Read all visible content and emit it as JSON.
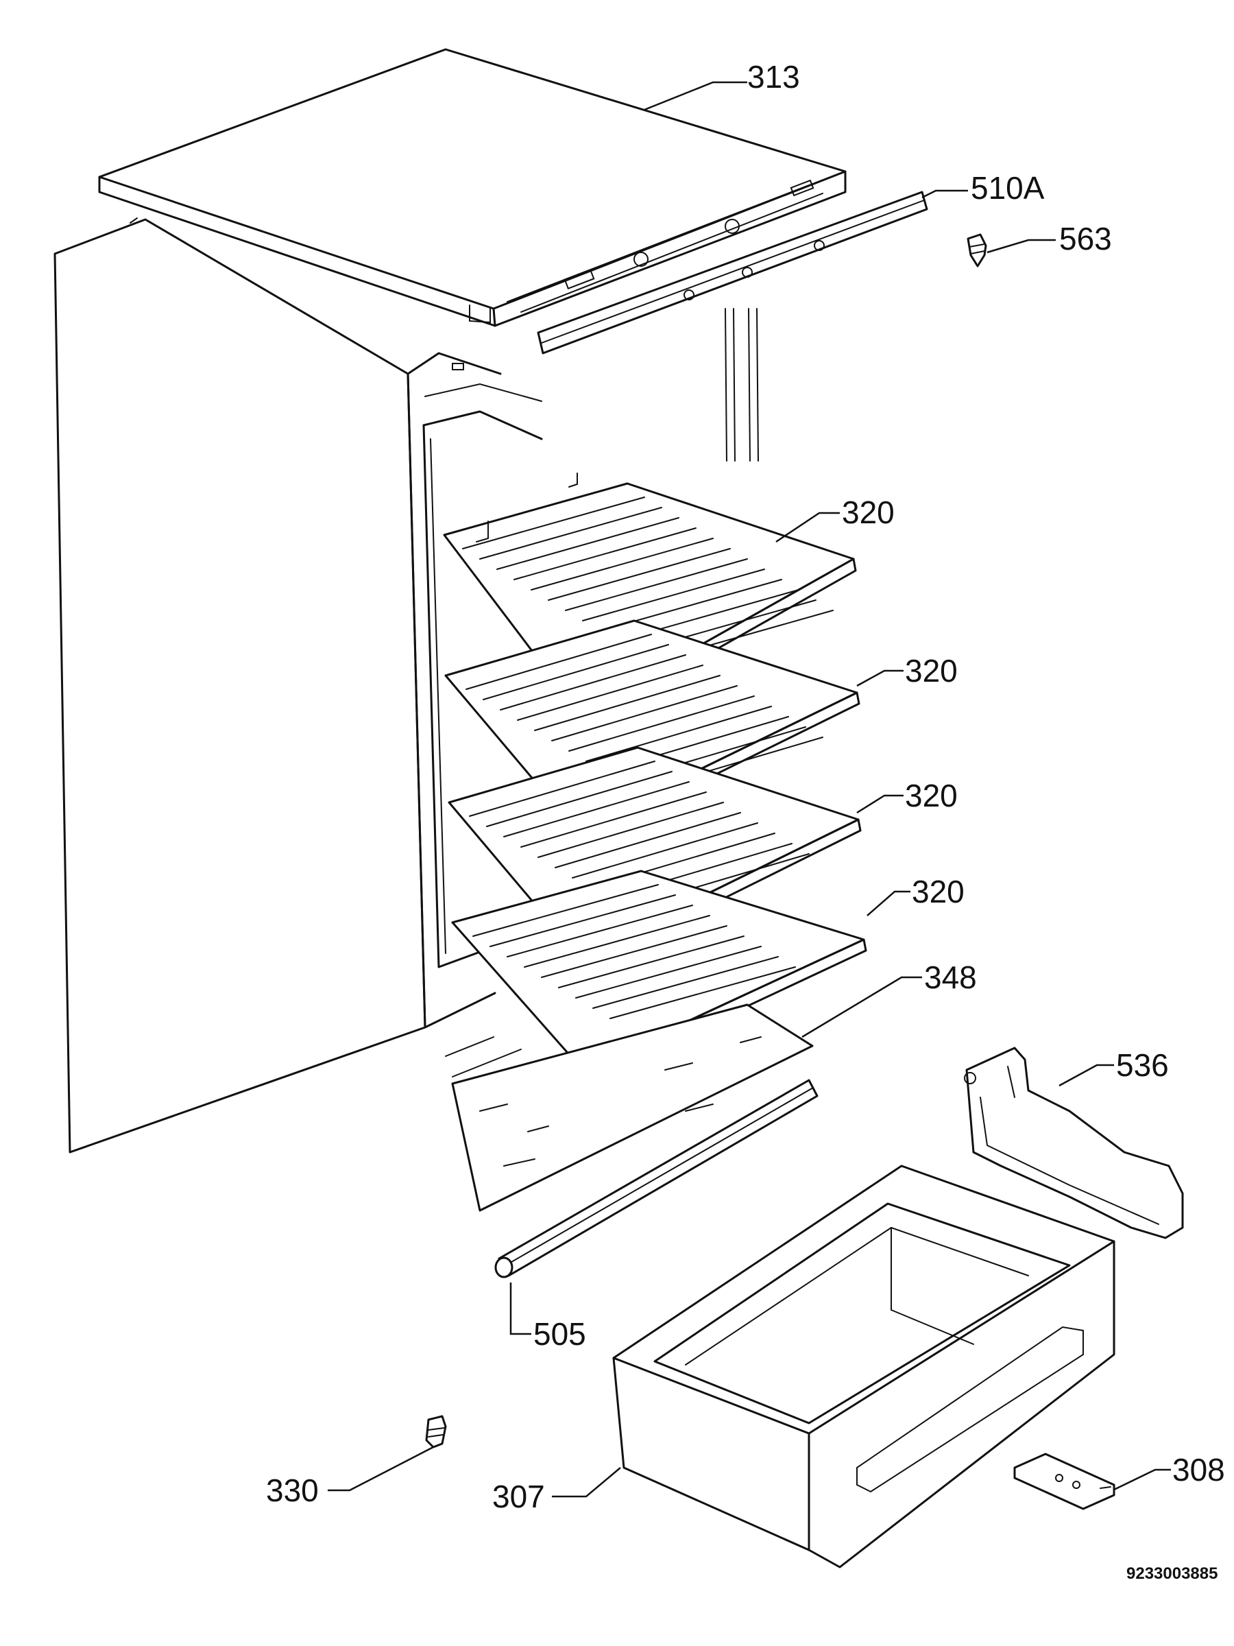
{
  "labels": {
    "lid": "313",
    "trim_strip": "510A",
    "pin": "563",
    "shelf_1": "320",
    "shelf_2": "320",
    "shelf_3": "320",
    "shelf_4": "320",
    "glass_shelf": "348",
    "bottle_holder": "536",
    "door_seal_rod": "505",
    "foot": "330",
    "crisper_drawer": "307",
    "hinge_plate": "308"
  },
  "document_number": "9233003885"
}
